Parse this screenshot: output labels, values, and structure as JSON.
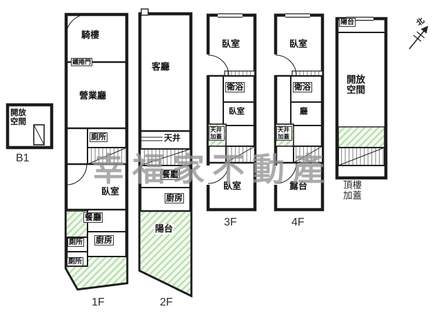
{
  "watermark": "幸福家不動產",
  "compass": {
    "north": "北"
  },
  "colors": {
    "wall": "#1c1c1c",
    "hatch_green": "#b9ddb0",
    "watermark_gray": "#969696"
  },
  "floors": {
    "b1": {
      "name": "B1",
      "open_space": "開放空間"
    },
    "f1": {
      "name": "1F",
      "arcade": "騎樓",
      "roller_door": "鐵捲門",
      "business_hall": "營業廳",
      "toilet_a": "廁所",
      "bedroom": "臥室",
      "dining": "餐廳",
      "kitchen": "廚房",
      "toilet_b": "廁所",
      "toilet_c": "廁所"
    },
    "f2": {
      "name": "2F",
      "living": "客廳",
      "light_well": "天井",
      "dining": "餐廳",
      "kitchen": "廚房",
      "balcony": "陽台"
    },
    "f3": {
      "name": "3F",
      "bedroom_top": "臥室",
      "bathroom": "衛浴",
      "bedroom_mid": "臥室",
      "light_well_cover": "天井加蓋",
      "bedroom_bottom": "臥室"
    },
    "f4": {
      "name": "4F",
      "bedroom": "臥室",
      "bathroom": "衛浴",
      "hall": "廳",
      "light_well_cover": "天井加蓋",
      "terrace": "露台"
    },
    "roof": {
      "name": "頂樓加蓋",
      "balcony": "陽台",
      "open_space": "開放空間"
    }
  }
}
